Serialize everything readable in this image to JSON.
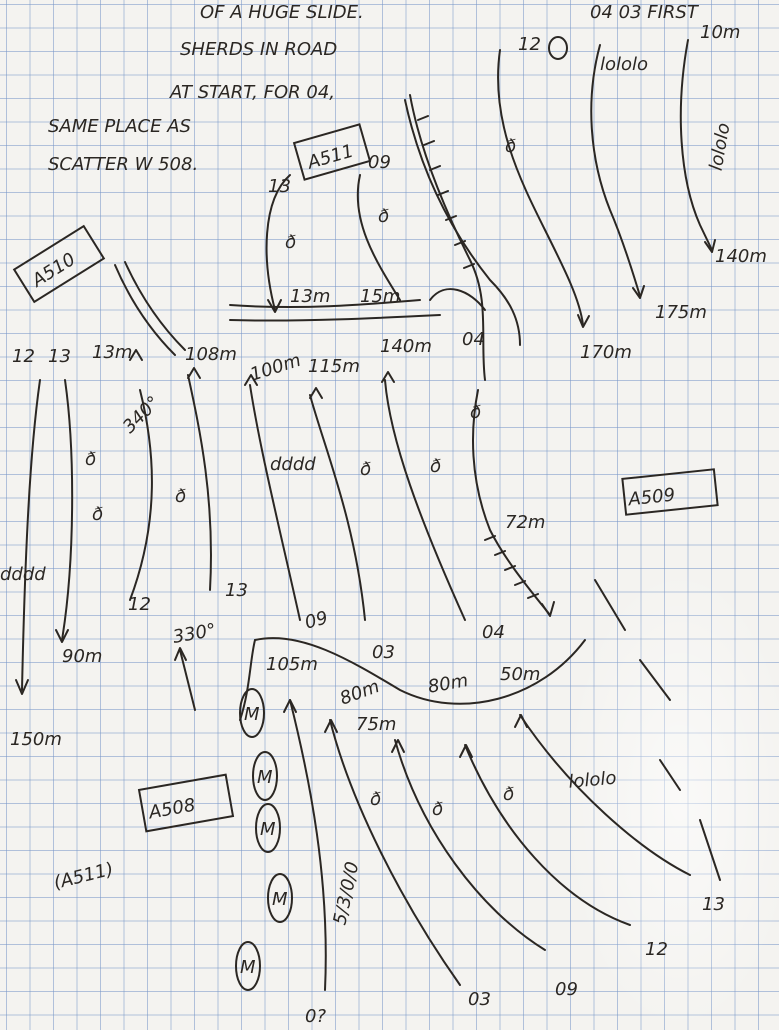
{
  "notes": {
    "line1": "OF A HUGE SLIDE.",
    "line1_right": "04 03 FIRST",
    "line2": "SHERDS IN ROAD",
    "line3": "AT START, FOR 04,",
    "line4": "SAME PLACE AS",
    "line5": "SCATTER W 508."
  },
  "unit_boxes": {
    "a511_top": "A511",
    "a510": "A510",
    "a509": "A509",
    "a508": "A508",
    "a511_bottom": "(A511)"
  },
  "labels": {
    "t12": "12",
    "t13": "13",
    "t13m": "13m",
    "t15m": "15m",
    "t09_top": "09",
    "t10m": "10m",
    "t170m": "170m",
    "t175m": "175m",
    "t140m_right": "140m",
    "l12": "12",
    "l13": "13",
    "l13m": "13m",
    "l108m": "108m",
    "l100m": "100m",
    "l115m": "115m",
    "l140m": "140m",
    "l04": "04",
    "l340": "340°",
    "dddd_left": "dddd",
    "dddd_mid": "dddd",
    "t90m": "90m",
    "t150m": "150m",
    "t72m": "72m",
    "b12": "12",
    "b13": "13",
    "b330": "330°",
    "b09": "09",
    "b03": "03",
    "b04": "04",
    "b105m": "105m",
    "b80m": "80m",
    "b75m": "75m",
    "b80m2": "80m",
    "b50m": "50m",
    "lololo_top": "lololo",
    "lololo_side": "lololo",
    "lololo_bottom": "lololo",
    "s13": "13",
    "s12": "12",
    "s09": "09",
    "s03": "03",
    "s0x": "0?",
    "s1300": "5/3/0/0",
    "circle_m": "M"
  }
}
